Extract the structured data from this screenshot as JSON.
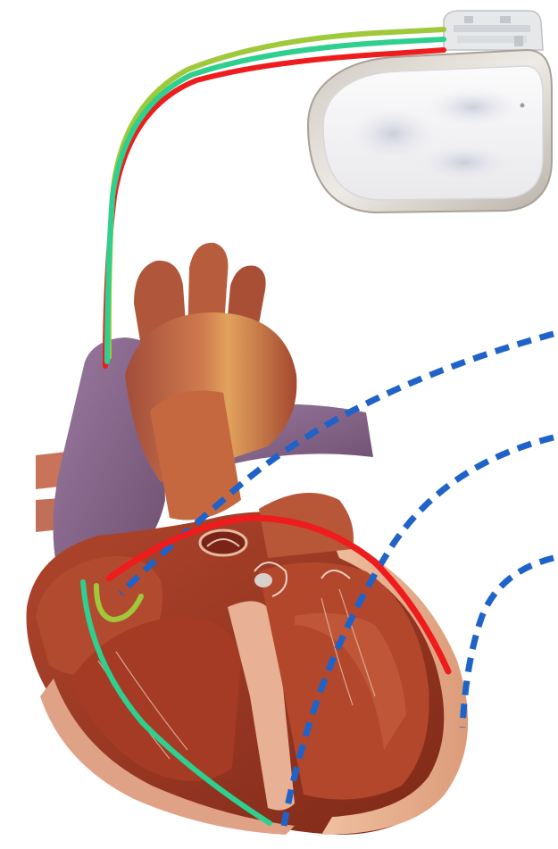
{
  "diagram": {
    "colors": {
      "lead_red": "#ee1c1c",
      "lead_teal": "#2fcf8f",
      "lead_green": "#9fc93a",
      "dashed_blue": "#1f63c8",
      "heart_muscle": "#9f3a26",
      "heart_chamber": "#c4583c",
      "heart_vessel": "#8c6a88",
      "heart_fat": "#e6aa88",
      "device_metal": "#d8d5d2",
      "device_face": "#f3f3f4"
    },
    "elements": [
      "pacemaker-device",
      "heart",
      "red-lead",
      "teal-lead",
      "green-lead",
      "dashed-activation-lines"
    ]
  }
}
